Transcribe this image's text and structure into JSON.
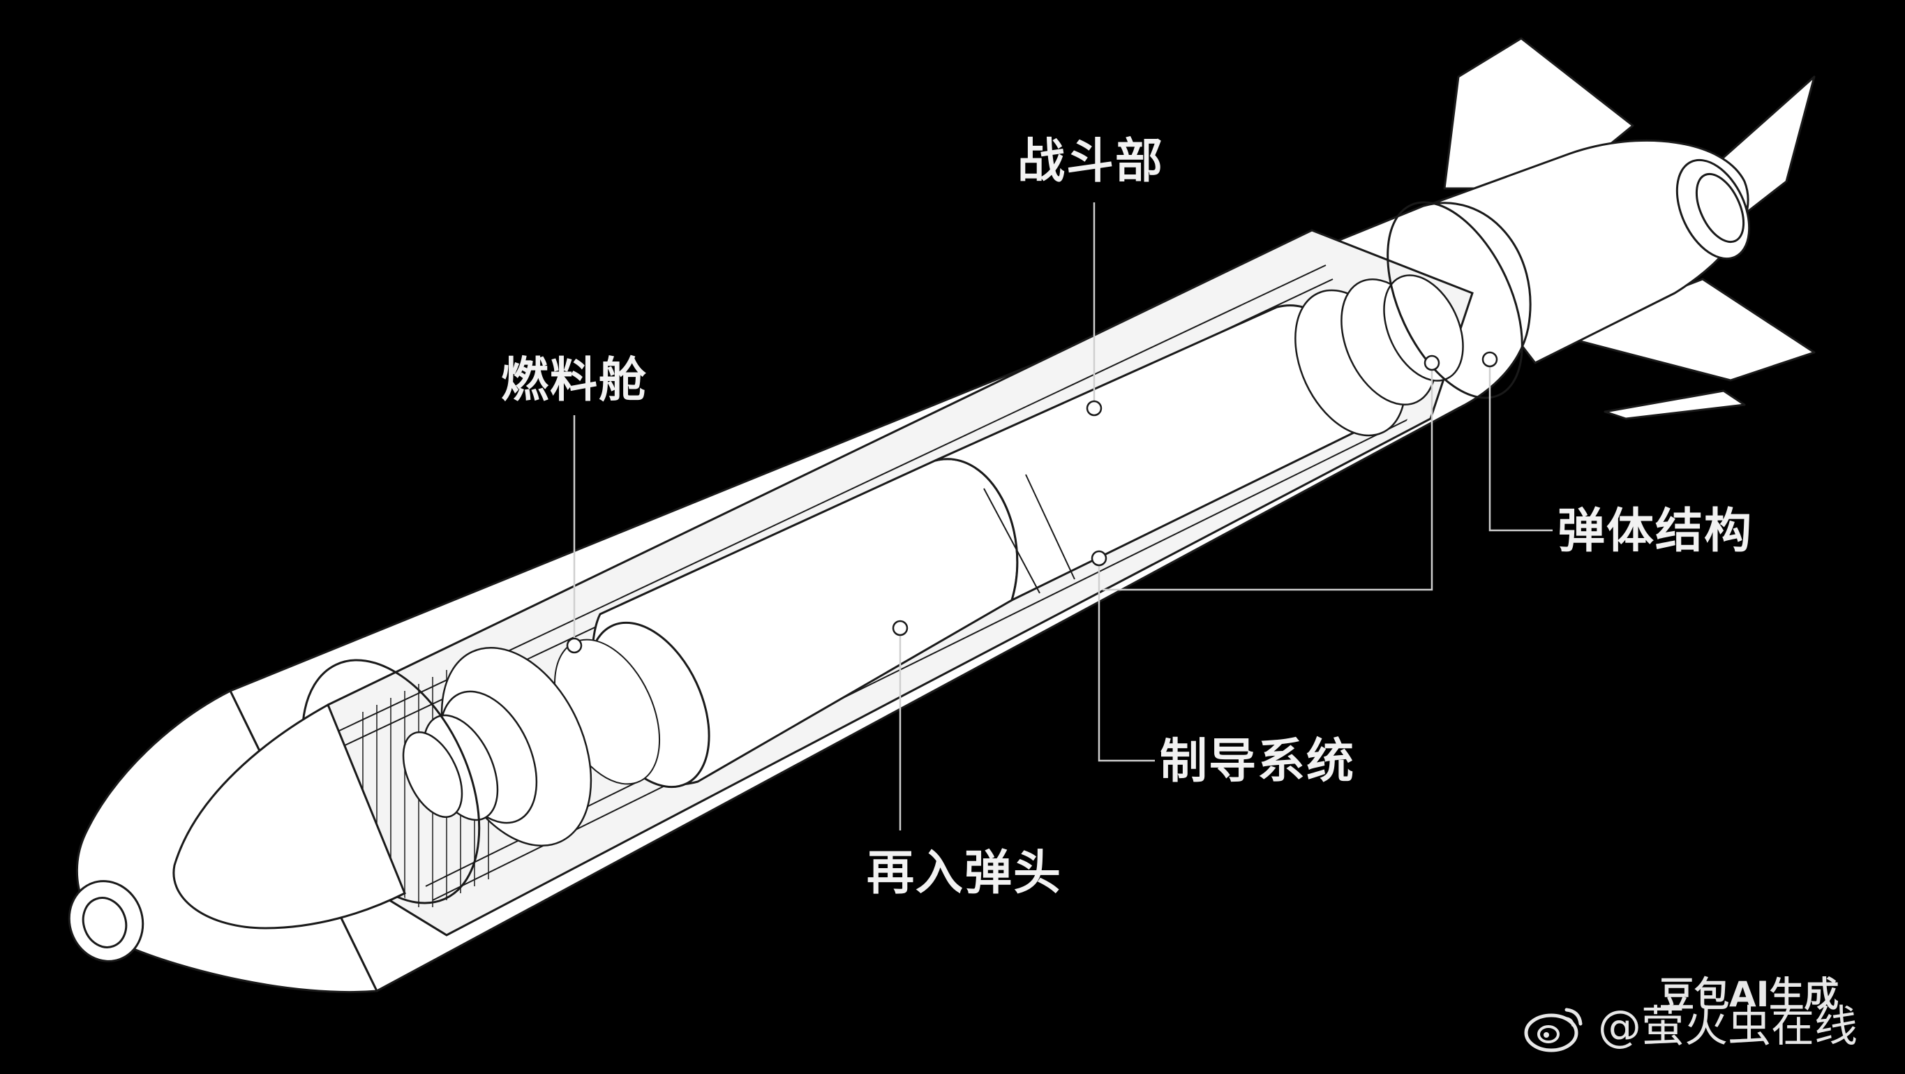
{
  "labels": {
    "warhead_section": "战斗部",
    "fuel_tank": "燃料舱",
    "airframe_structure": "弹体结构",
    "guidance_system": "制导系统",
    "reentry_warhead": "再入弹头"
  },
  "watermark": {
    "line1": "豆包AI生成",
    "line2": "@萤火虫在线"
  },
  "colors": {
    "background": "#000000",
    "line": "#1a1a1a",
    "body": "#ffffff",
    "leader": "#cfcfcf",
    "text": "#f2f2f2"
  }
}
